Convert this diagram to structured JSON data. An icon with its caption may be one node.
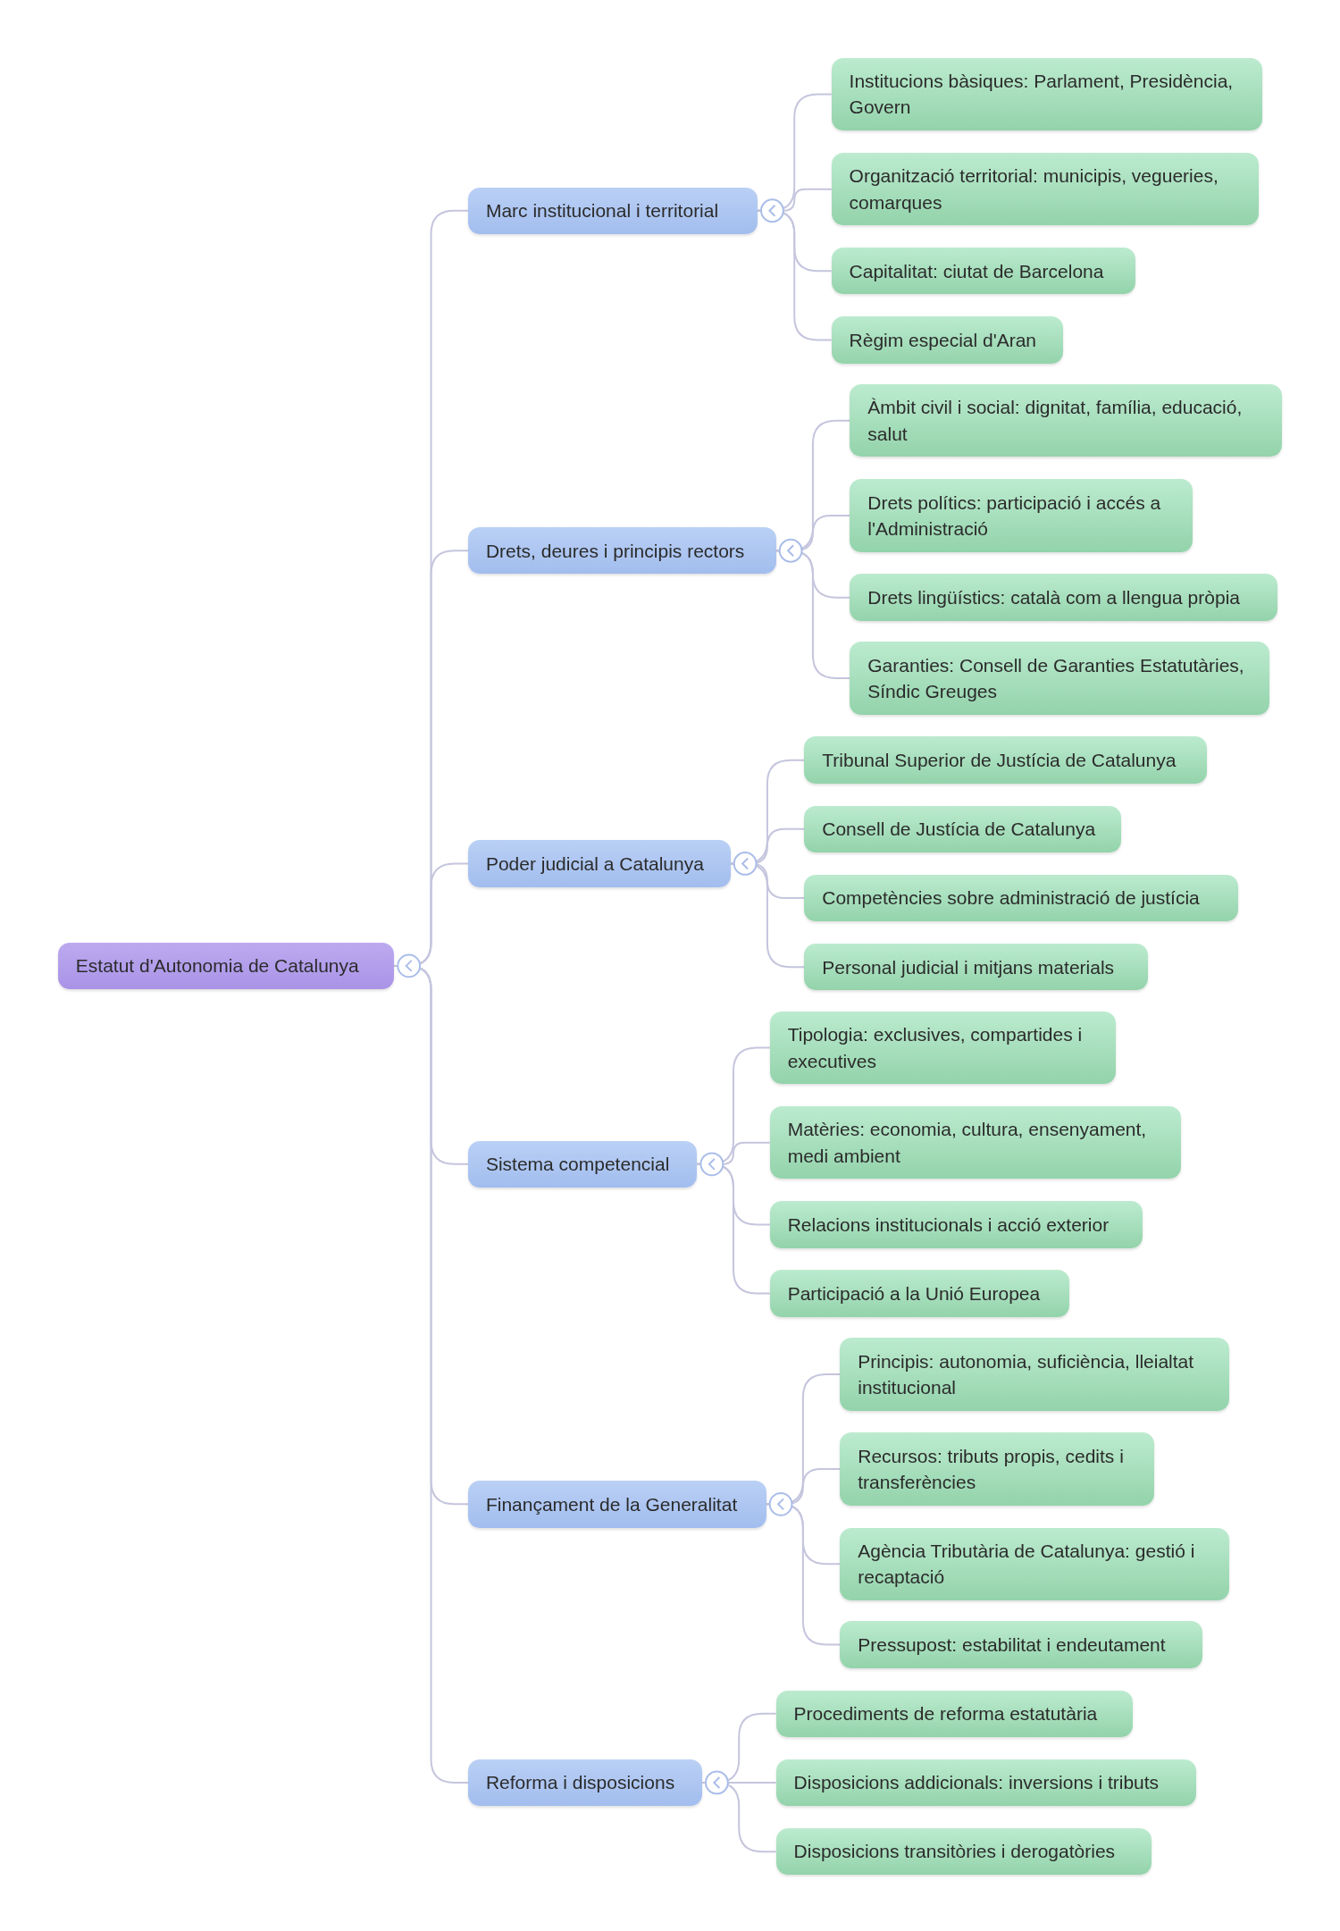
{
  "diagram": {
    "nodes": [
      {
        "text": [
          "Estatut d'Autonomia de Catalunya"
        ]
      },
      {
        "text": [
          "Marc institucional i territorial"
        ]
      },
      {
        "text": [
          "Institucions bàsiques: Parlament, Presidència, Govern"
        ]
      },
      {
        "text": [
          "Organització territorial: municipis, vegueries, comarques"
        ]
      },
      {
        "text": [
          "Capitalitat: ciutat de Barcelona"
        ]
      },
      {
        "text": [
          "Règim especial d'Aran"
        ]
      },
      {
        "text": [
          "Drets, deures i principis rectors"
        ]
      },
      {
        "text": [
          "Àmbit civil i social: dignitat, família, educació, salut"
        ]
      },
      {
        "text": [
          "Drets polítics: participació i accés a l'Administració"
        ]
      },
      {
        "text": [
          "Drets lingüístics: català com a llengua pròpia"
        ]
      },
      {
        "text": [
          "Garanties: Consell de Garanties Estatutàries, Síndic Greuges"
        ]
      },
      {
        "text": [
          "Poder judicial a Catalunya"
        ]
      },
      {
        "text": [
          "Tribunal Superior de Justícia de Catalunya"
        ]
      },
      {
        "text": [
          "Consell de Justícia de Catalunya"
        ]
      },
      {
        "text": [
          "Competències sobre administració de justícia"
        ]
      },
      {
        "text": [
          "Personal judicial i mitjans materials"
        ]
      },
      {
        "text": [
          "Sistema competencial"
        ]
      },
      {
        "text": [
          "Tipologia: exclusives, compartides i executives"
        ]
      },
      {
        "text": [
          "Matèries: economia, cultura, ensenyament, medi ambient"
        ]
      },
      {
        "text": [
          "Relacions institucionals i acció exterior"
        ]
      },
      {
        "text": [
          "Participació a la Unió Europea"
        ]
      },
      {
        "text": [
          "Finançament de la Generalitat"
        ]
      },
      {
        "text": [
          "Principis: autonomia, suficiència, lleialtat institucional"
        ]
      },
      {
        "text": [
          "Recursos: tributs propis, cedits i transferències"
        ]
      },
      {
        "text": [
          "Agència Tributària de Catalunya: gestió i recaptació"
        ]
      },
      {
        "text": [
          "Pressupost: estabilitat i endeutament"
        ]
      },
      {
        "text": [
          "Reforma i disposicions"
        ]
      },
      {
        "text": [
          "Procediments de reforma estatutària"
        ]
      },
      {
        "text": [
          "Disposicions addicionals: inversions i tributs"
        ]
      },
      {
        "text": [
          "Disposicions transitòries i derogatòries"
        ]
      }
    ],
    "edges": [
      {
        "from": 0,
        "to": 1,
        "arrow": "none"
      },
      {
        "from": 1,
        "to": 2,
        "arrow": "none"
      },
      {
        "from": 1,
        "to": 3,
        "arrow": "none"
      },
      {
        "from": 1,
        "to": 4,
        "arrow": "none"
      },
      {
        "from": 1,
        "to": 5,
        "arrow": "none"
      },
      {
        "from": 0,
        "to": 6,
        "arrow": "none"
      },
      {
        "from": 6,
        "to": 7,
        "arrow": "none"
      },
      {
        "from": 6,
        "to": 8,
        "arrow": "none"
      },
      {
        "from": 6,
        "to": 9,
        "arrow": "none"
      },
      {
        "from": 6,
        "to": 10,
        "arrow": "none"
      },
      {
        "from": 0,
        "to": 11,
        "arrow": "none"
      },
      {
        "from": 11,
        "to": 12,
        "arrow": "none"
      },
      {
        "from": 11,
        "to": 13,
        "arrow": "none"
      },
      {
        "from": 11,
        "to": 14,
        "arrow": "none"
      },
      {
        "from": 11,
        "to": 15,
        "arrow": "none"
      },
      {
        "from": 0,
        "to": 16,
        "arrow": "none"
      },
      {
        "from": 16,
        "to": 17,
        "arrow": "none"
      },
      {
        "from": 16,
        "to": 18,
        "arrow": "none"
      },
      {
        "from": 16,
        "to": 19,
        "arrow": "none"
      },
      {
        "from": 16,
        "to": 20,
        "arrow": "none"
      },
      {
        "from": 0,
        "to": 21,
        "arrow": "none"
      },
      {
        "from": 21,
        "to": 22,
        "arrow": "none"
      },
      {
        "from": 21,
        "to": 23,
        "arrow": "none"
      },
      {
        "from": 21,
        "to": 24,
        "arrow": "none"
      },
      {
        "from": 21,
        "to": 25,
        "arrow": "none"
      },
      {
        "from": 0,
        "to": 26,
        "arrow": "none"
      },
      {
        "from": 26,
        "to": 27,
        "arrow": "none"
      },
      {
        "from": 26,
        "to": 28,
        "arrow": "none"
      },
      {
        "from": 26,
        "to": 29,
        "arrow": "none"
      }
    ]
  }
}
